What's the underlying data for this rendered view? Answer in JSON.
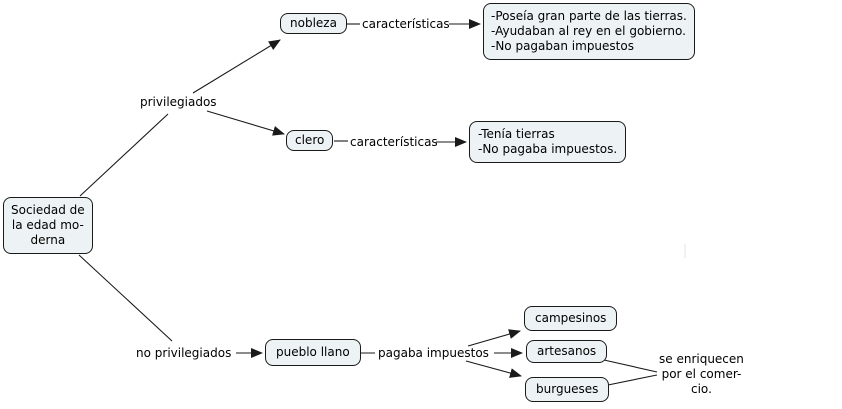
{
  "diagram": {
    "type": "concept-map",
    "background_color": "#ffffff",
    "node_fill_color": "#edf3f4",
    "node_border_color": "#1a1a1a",
    "line_color": "#1a1a1a",
    "text_color": "#000000"
  },
  "nodes": {
    "root": {
      "label": "Sociedad de\nla edad mo-\nderna"
    },
    "nobleza": {
      "label": "nobleza"
    },
    "clero": {
      "label": "clero"
    },
    "nobleza_caracteristicas": {
      "label": "-Poseía gran parte de las tierras.\n-Ayudaban al rey en el gobierno.\n-No pagaban impuestos"
    },
    "clero_caracteristicas": {
      "label": "-Tenía tierras\n-No pagaba impuestos."
    },
    "pueblo_llano": {
      "label": "pueblo llano"
    },
    "campesinos": {
      "label": "campesinos"
    },
    "artesanos": {
      "label": "artesanos"
    },
    "burgueses": {
      "label": "burgueses"
    }
  },
  "link_labels": {
    "privilegiados": "privilegiados",
    "caracteristicas_nobleza": "características",
    "caracteristicas_clero": "características",
    "no_privilegiados": "no privilegiados",
    "pagaba_impuestos": "pagaba impuestos",
    "se_enriquecen": "se enriquecen\npor el comer-\ncio."
  }
}
